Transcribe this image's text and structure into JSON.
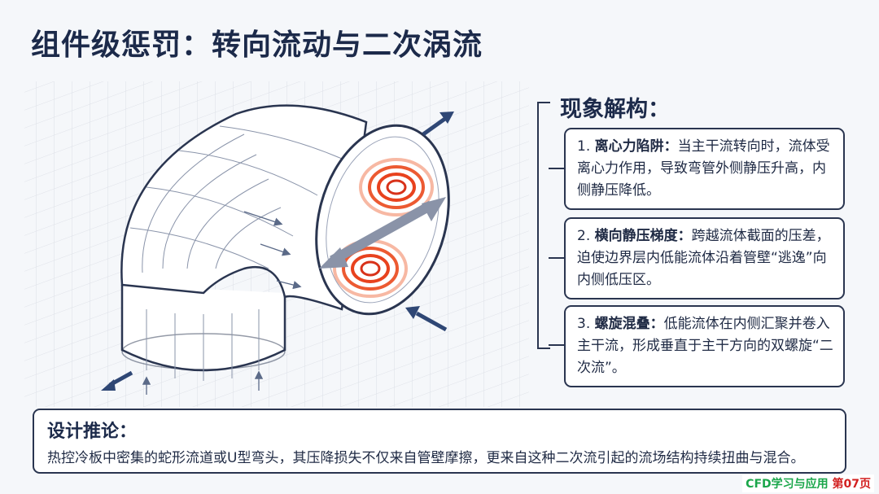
{
  "title": "组件级惩罚：转向流动与二次涡流",
  "panel": {
    "title": "现象解构：",
    "items": [
      {
        "num": "1.",
        "head": "离心力陷阱：",
        "body": "当主干流转向时，流体受离心力作用，导致弯管外侧静压升高，内侧静压降低。"
      },
      {
        "num": "2.",
        "head": "横向静压梯度：",
        "body": "跨越流体截面的压差，迫使边界层内低能流体沿着管壁“逃逸”向内侧低压区。"
      },
      {
        "num": "3.",
        "head": "螺旋混叠：",
        "body": "低能流体在内侧汇聚并卷入主干流，形成垂直于主干方向的双螺旋“二次流”。"
      }
    ]
  },
  "bottom": {
    "title": "设计推论：",
    "body": "热控冷板中密集的蛇形流道或U型弯头，其压降损失不仅来自管壁摩擦，更来自这种二次流引起的流场结构持续扭曲与混合。"
  },
  "footer": {
    "brand": "CFD学习与应用",
    "page": "第07页"
  },
  "colors": {
    "navy": "#1c2a4a",
    "vortex": "#e8421e",
    "arrow_blue": "#2f4775",
    "grid": "#c9ced8"
  },
  "icons": [
    "elbow-pipe-illustration",
    "flow-arrow-icon",
    "vortex-icon"
  ]
}
